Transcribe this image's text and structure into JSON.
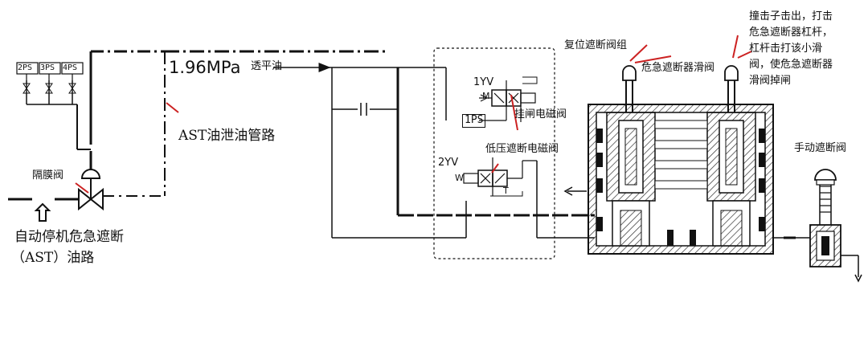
{
  "labels": {
    "pressure": "1.96MPa",
    "oil_leak_pipe": "AST油泄油管路",
    "ast_oil_line_1": "自动停机危急遮断",
    "ast_oil_line_2": "（AST）油路",
    "diaphragm_valve": "隔膜阀",
    "balance_oil": "透平油",
    "reset_group": "复位遮断阀组",
    "emergency_slide_valve": "危急遮断器滑阀",
    "trip_solenoid": "挂闸电磁阀",
    "low_pressure_solenoid": "低压遮断电磁阀",
    "manual_trip_valve": "手动遮断阀",
    "note_lines": [
      "撞击子击出，打击",
      "危急遮断器杠杆，",
      "杠杆击打该小滑",
      "阀，使危急遮断器",
      "滑阀掉闸"
    ]
  },
  "components": {
    "pressure_switches": [
      "2PS",
      "3PS",
      "4PS"
    ],
    "ps_1": "1PS",
    "yv_1": "1YV",
    "yv_2": "2YV",
    "letter_m": "M",
    "letter_w": "W",
    "letter_t": "T"
  },
  "colors": {
    "line": "#111111",
    "pointer": "#cc2222",
    "hatch": "#333333"
  }
}
